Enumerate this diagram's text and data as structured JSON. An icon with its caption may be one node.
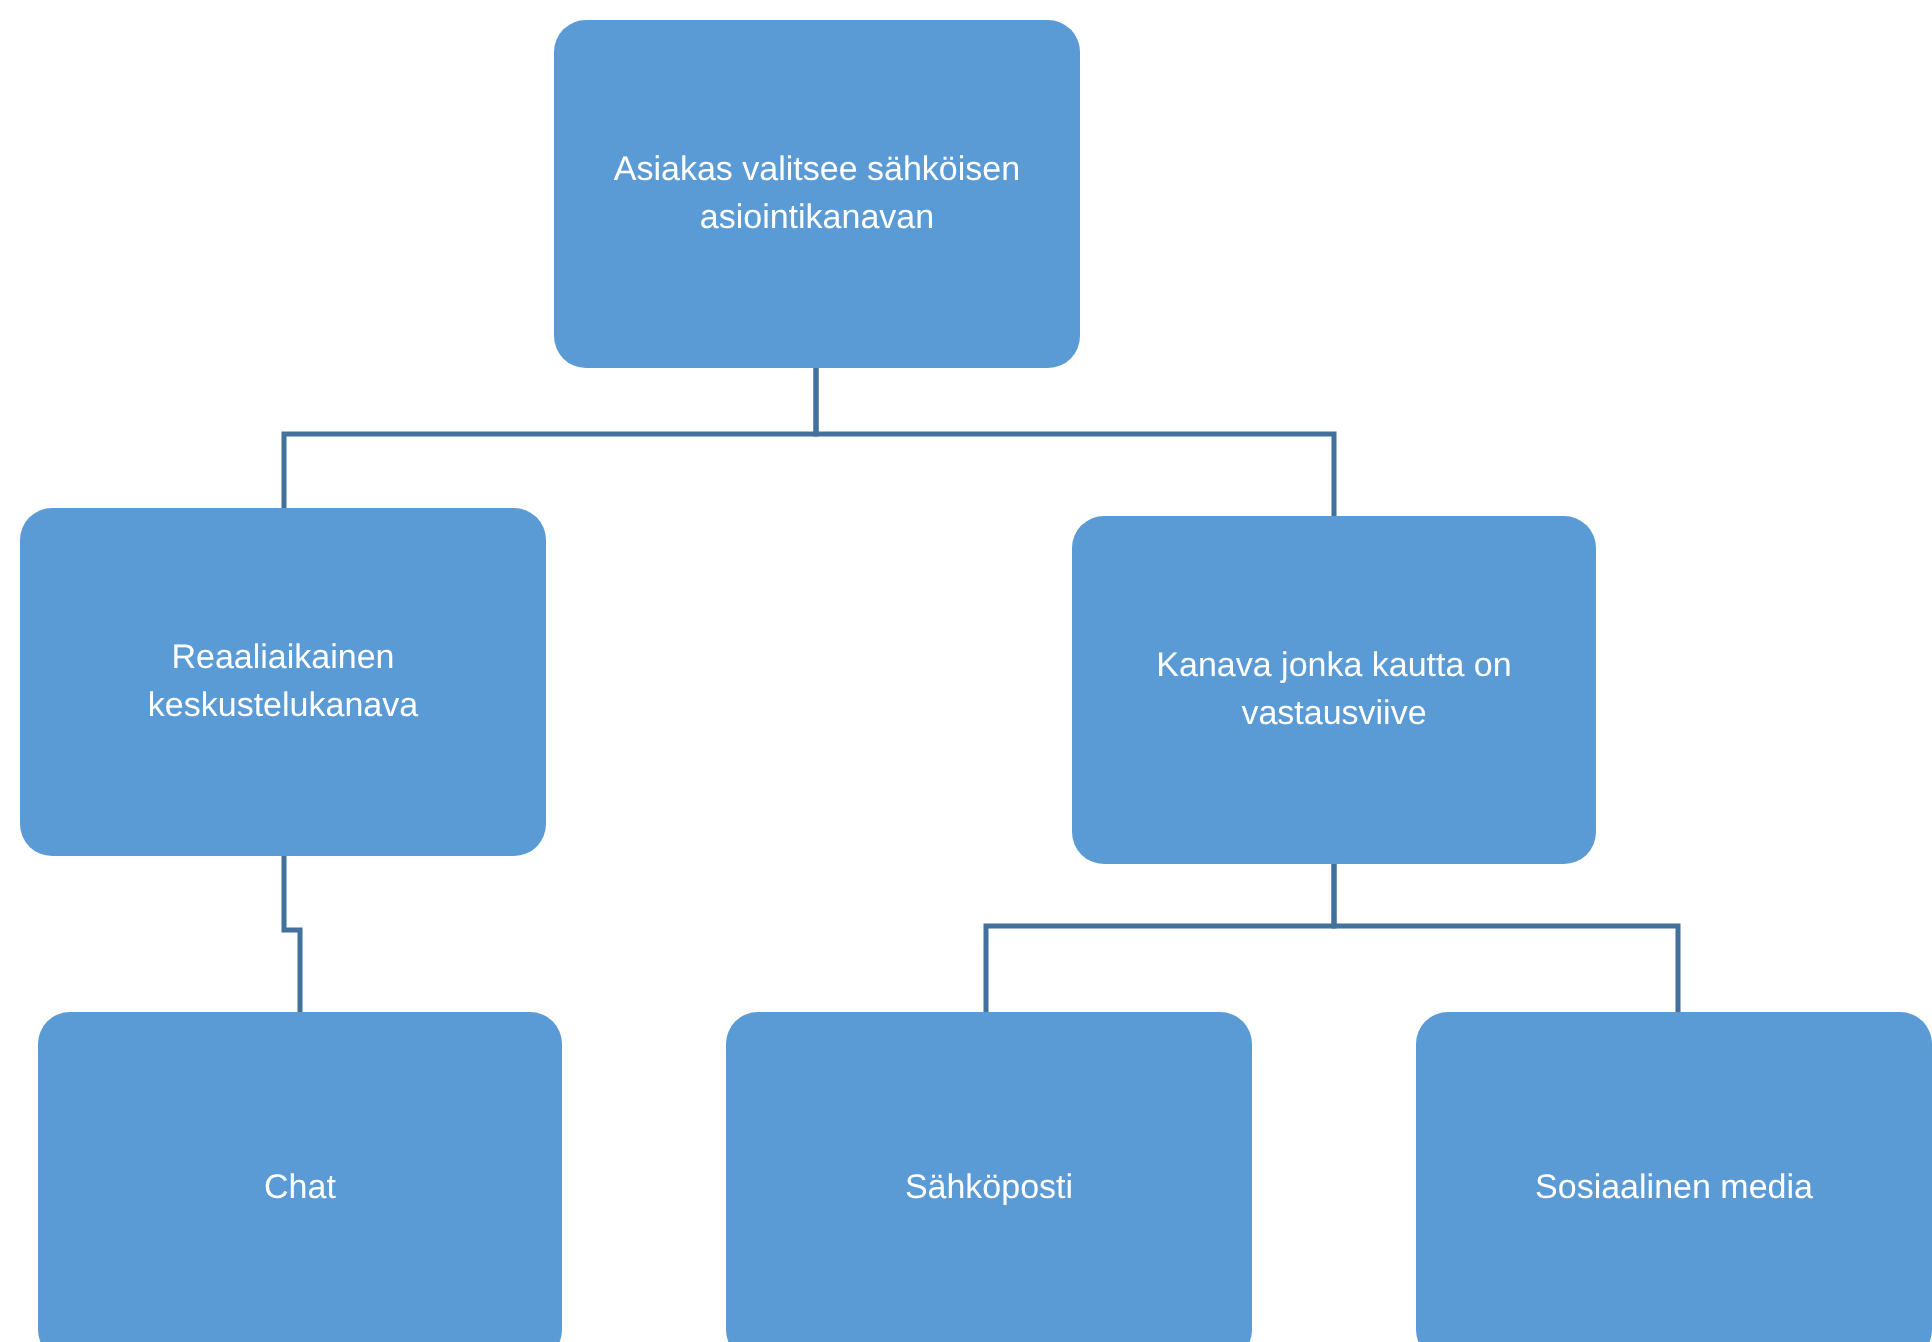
{
  "diagram": {
    "nodes": [
      {
        "text": [
          "Asiakas valitsee sähköisen asiointikanavan"
        ]
      },
      {
        "text": [
          "Reaaliaikainen keskustelukanava"
        ]
      },
      {
        "text": [
          "Kanava jonka kautta on vastausviive"
        ]
      },
      {
        "text": [
          "Chat"
        ]
      },
      {
        "text": [
          "Sähköposti"
        ]
      },
      {
        "text": [
          "Sosiaalinen media"
        ]
      }
    ],
    "edges": [
      {
        "from": 0,
        "to": 1,
        "arrow": "none"
      },
      {
        "from": 0,
        "to": 2,
        "arrow": "none"
      },
      {
        "from": 1,
        "to": 3,
        "arrow": "none"
      },
      {
        "from": 2,
        "to": 4,
        "arrow": "none"
      },
      {
        "from": 2,
        "to": 5,
        "arrow": "none"
      }
    ]
  }
}
